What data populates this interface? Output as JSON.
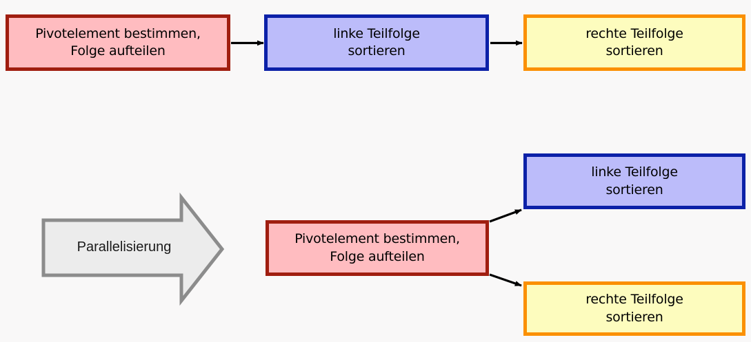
{
  "diagram": {
    "title_present": false,
    "background_color": "#f9f8f8",
    "palette": {
      "red_fill": "#ffbcc0",
      "red_border": "#a01e10",
      "blue_fill": "#bcbcfa",
      "blue_border": "#0c21a8",
      "yellow_fill": "#fdfcbe",
      "yellow_border": "#fb9003",
      "gray_fill": "#ececec",
      "gray_border": "#8c8c8c",
      "edge_color": "#000000"
    },
    "sequential_flow": {
      "nodes": [
        {
          "id": "seq-pivot",
          "label": "Pivotelement bestimmen,\nFolge aufteilen",
          "style": "red"
        },
        {
          "id": "seq-left",
          "label": "linke Teilfolge\nsortieren",
          "style": "blue"
        },
        {
          "id": "seq-right",
          "label": "rechte Teilfolge\nsortieren",
          "style": "yellow"
        }
      ],
      "edges": [
        {
          "from": "seq-pivot",
          "to": "seq-left",
          "kind": "arrow"
        },
        {
          "from": "seq-left",
          "to": "seq-right",
          "kind": "arrow"
        }
      ]
    },
    "transform": {
      "label": "Parallelisierung",
      "shape": "block-arrow-right"
    },
    "parallel_flow": {
      "nodes": [
        {
          "id": "par-pivot",
          "label": "Pivotelement bestimmen,\nFolge aufteilen",
          "style": "red"
        },
        {
          "id": "par-left",
          "label": "linke Teilfolge\nsortieren",
          "style": "blue"
        },
        {
          "id": "par-right",
          "label": "rechte Teilfolge\nsortieren",
          "style": "yellow"
        }
      ],
      "edges": [
        {
          "from": "par-pivot",
          "to": "par-left",
          "kind": "arrow"
        },
        {
          "from": "par-pivot",
          "to": "par-right",
          "kind": "arrow"
        }
      ]
    }
  }
}
